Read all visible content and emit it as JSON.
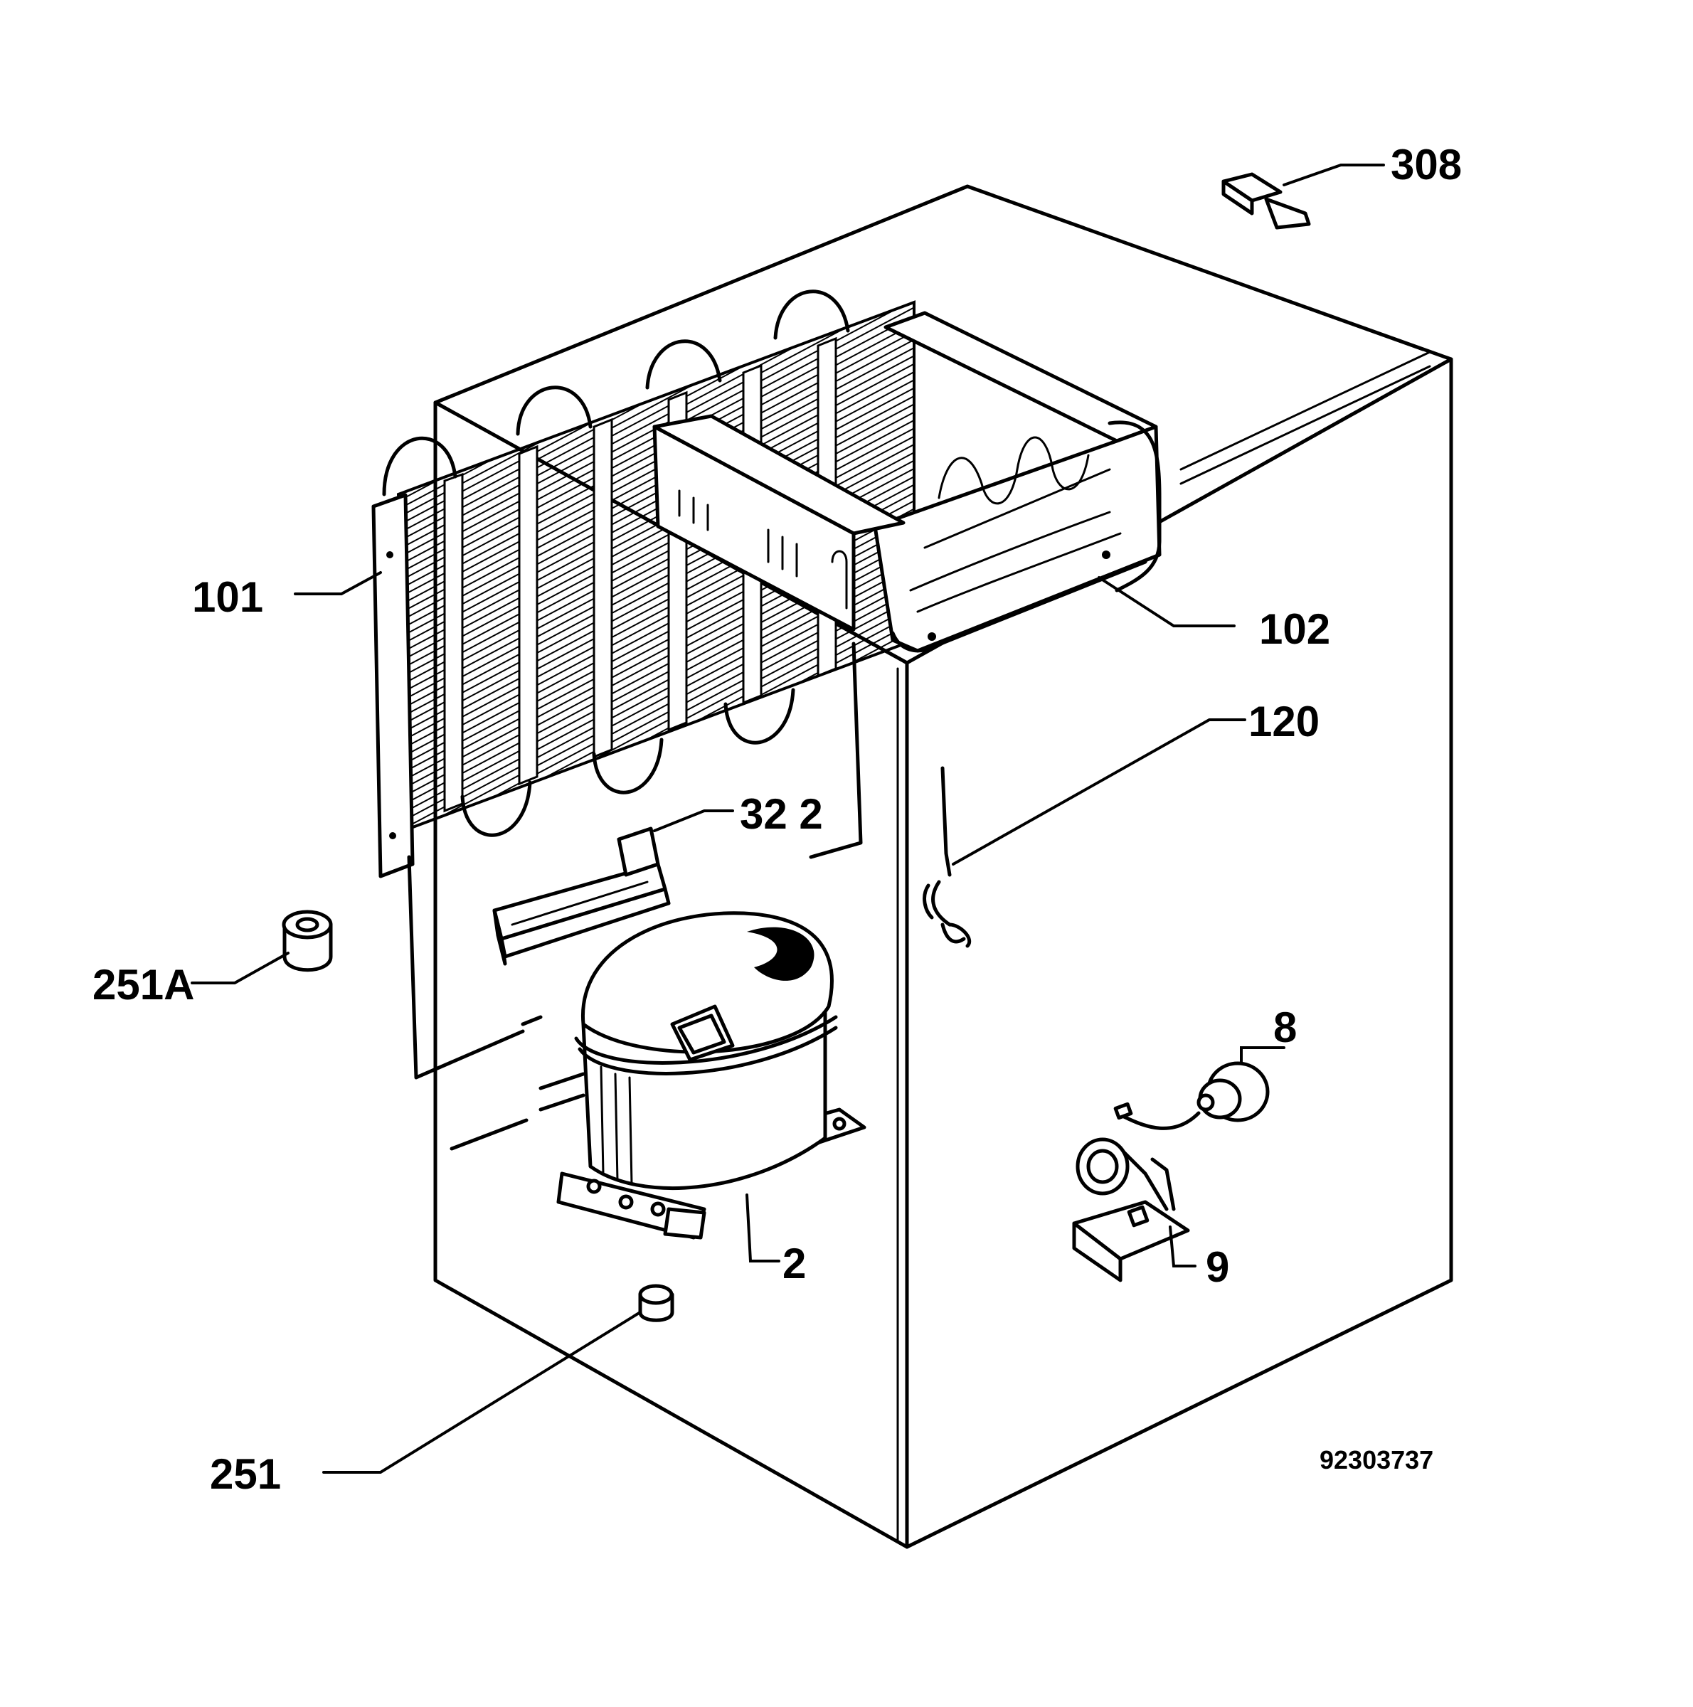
{
  "labels": {
    "p308": "308",
    "p101": "101",
    "p102": "102",
    "p120": "120",
    "p322": "32 2",
    "p251a": "251A",
    "p8": "8",
    "p2": "2",
    "p9": "9",
    "p251": "251"
  },
  "drawing_number": "92303737",
  "colors": {
    "ink": "#000000",
    "paper": "#ffffff"
  }
}
